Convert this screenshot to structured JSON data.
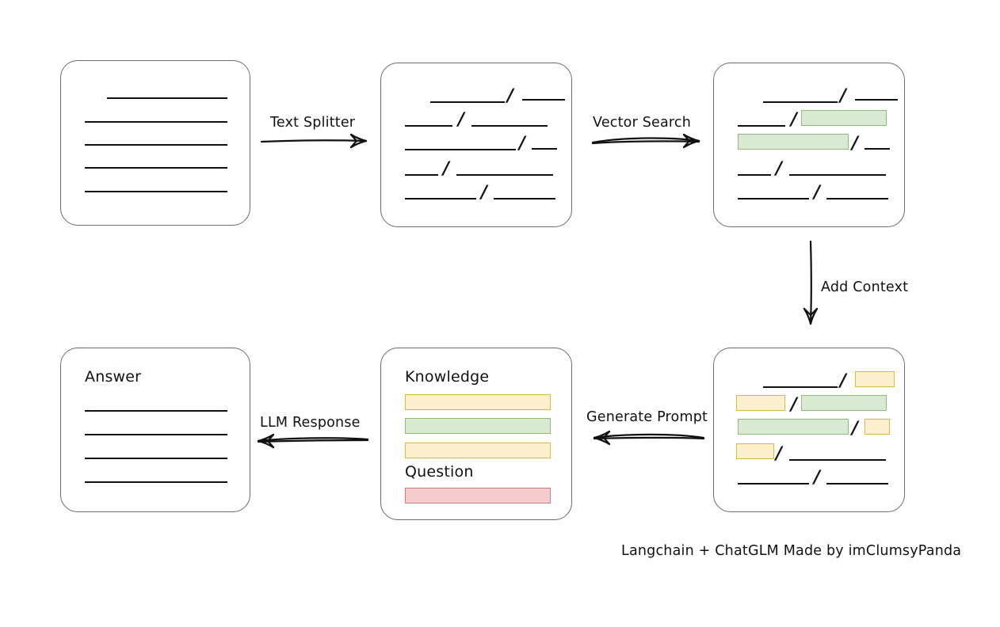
{
  "diagram": {
    "caption": "Langchain + ChatGLM Made by imClumsyPanda",
    "colors": {
      "green_fill": "#d9ead3",
      "green_stroke": "#8fbc72",
      "yellow_fill": "#fdf0cf",
      "yellow_stroke": "#dcb83f",
      "red_fill": "#f4cccc",
      "red_stroke": "#cc7d7d",
      "box_stroke": "#6b6b6b",
      "line_stroke": "#111111"
    },
    "nodes": [
      {
        "id": "source-document",
        "title": "",
        "lines": [
          {
            "segments": [
              {
                "type": "rule",
                "width": 152
              }
            ],
            "indent": 58
          },
          {
            "segments": [
              {
                "type": "rule",
                "width": 180
              }
            ],
            "indent": 30
          },
          {
            "segments": [
              {
                "type": "rule",
                "width": 180
              }
            ],
            "indent": 30
          },
          {
            "segments": [
              {
                "type": "rule",
                "width": 180
              }
            ],
            "indent": 30
          },
          {
            "segments": [
              {
                "type": "rule",
                "width": 180
              }
            ],
            "indent": 30
          }
        ]
      },
      {
        "id": "split-chunks",
        "title": "",
        "lines": [
          {
            "indent": 62,
            "segments": [
              {
                "type": "rule",
                "width": 94
              },
              {
                "type": "slash"
              },
              {
                "type": "rule",
                "width": 54
              }
            ]
          },
          {
            "indent": 30,
            "segments": [
              {
                "type": "rule",
                "width": 60
              },
              {
                "type": "slash"
              },
              {
                "type": "rule",
                "width": 96
              }
            ]
          },
          {
            "indent": 30,
            "segments": [
              {
                "type": "rule",
                "width": 140
              },
              {
                "type": "slash"
              },
              {
                "type": "rule",
                "width": 32
              }
            ]
          },
          {
            "indent": 30,
            "segments": [
              {
                "type": "rule",
                "width": 42
              },
              {
                "type": "slash"
              },
              {
                "type": "rule",
                "width": 122
              }
            ]
          },
          {
            "indent": 30,
            "segments": [
              {
                "type": "rule",
                "width": 90
              },
              {
                "type": "slash"
              },
              {
                "type": "rule",
                "width": 78
              }
            ]
          }
        ]
      },
      {
        "id": "vector-matches",
        "title": "",
        "lines": [
          {
            "indent": 62,
            "segments": [
              {
                "type": "rule",
                "width": 94
              },
              {
                "type": "slash"
              },
              {
                "type": "rule",
                "width": 54
              }
            ]
          },
          {
            "indent": 30,
            "segments": [
              {
                "type": "rule",
                "width": 60
              },
              {
                "type": "slash"
              },
              {
                "type": "chip",
                "color": "green",
                "width": 108
              }
            ]
          },
          {
            "indent": 30,
            "segments": [
              {
                "type": "chip",
                "color": "green",
                "width": 140
              },
              {
                "type": "slash"
              },
              {
                "type": "rule",
                "width": 32
              }
            ]
          },
          {
            "indent": 30,
            "segments": [
              {
                "type": "rule",
                "width": 42
              },
              {
                "type": "slash"
              },
              {
                "type": "rule",
                "width": 122
              }
            ]
          },
          {
            "indent": 30,
            "segments": [
              {
                "type": "rule",
                "width": 90
              },
              {
                "type": "slash"
              },
              {
                "type": "rule",
                "width": 78
              }
            ]
          }
        ]
      },
      {
        "id": "context-augmented",
        "title": "",
        "lines": [
          {
            "indent": 62,
            "segments": [
              {
                "type": "rule",
                "width": 94
              },
              {
                "type": "slash"
              },
              {
                "type": "chip",
                "color": "yellow",
                "width": 50
              }
            ]
          },
          {
            "indent": 30,
            "segments": [
              {
                "type": "chip",
                "color": "yellow",
                "width": 62
              },
              {
                "type": "slash"
              },
              {
                "type": "chip",
                "color": "green",
                "width": 108
              }
            ]
          },
          {
            "indent": 30,
            "segments": [
              {
                "type": "chip",
                "color": "green",
                "width": 140
              },
              {
                "type": "slash"
              },
              {
                "type": "chip",
                "color": "yellow",
                "width": 32
              }
            ]
          },
          {
            "indent": 30,
            "segments": [
              {
                "type": "chip",
                "color": "yellow",
                "width": 48
              },
              {
                "type": "slash"
              },
              {
                "type": "rule",
                "width": 122
              }
            ]
          },
          {
            "indent": 30,
            "segments": [
              {
                "type": "rule",
                "width": 90
              },
              {
                "type": "slash"
              },
              {
                "type": "rule",
                "width": 78
              }
            ]
          }
        ]
      },
      {
        "id": "prompt",
        "title_knowledge": "Knowledge",
        "title_question": "Question",
        "bars": [
          {
            "color": "yellow",
            "width": 184
          },
          {
            "color": "green",
            "width": 184
          },
          {
            "color": "yellow",
            "width": 184
          },
          {
            "color": "red",
            "width": 184
          }
        ]
      },
      {
        "id": "answer",
        "title": "Answer",
        "lines": [
          {
            "indent": 30,
            "segments": [
              {
                "type": "rule",
                "width": 180
              }
            ]
          },
          {
            "indent": 30,
            "segments": [
              {
                "type": "rule",
                "width": 180
              }
            ]
          },
          {
            "indent": 30,
            "segments": [
              {
                "type": "rule",
                "width": 180
              }
            ]
          },
          {
            "indent": 30,
            "segments": [
              {
                "type": "rule",
                "width": 180
              }
            ]
          }
        ]
      }
    ],
    "edges": [
      {
        "id": "text-splitter",
        "label": "Text Splitter",
        "direction": "right"
      },
      {
        "id": "vector-search",
        "label": "Vector Search",
        "direction": "right"
      },
      {
        "id": "add-context",
        "label": "Add Context",
        "direction": "down"
      },
      {
        "id": "generate-prompt",
        "label": "Generate Prompt",
        "direction": "left"
      },
      {
        "id": "llm-response",
        "label": "LLM Response",
        "direction": "left"
      }
    ]
  }
}
